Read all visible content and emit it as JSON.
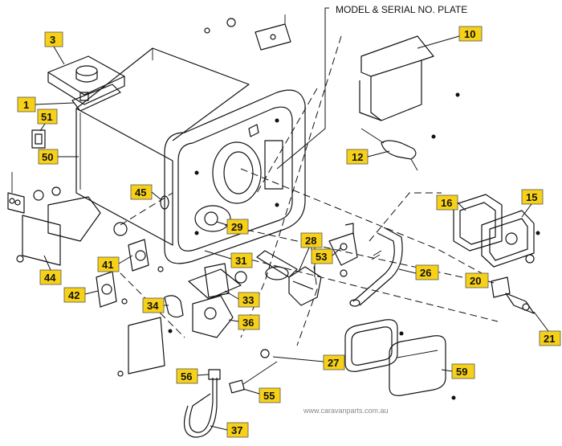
{
  "diagram": {
    "plate_label": "MODEL & SERIAL NO. PLATE",
    "watermark": "www.caravanparts.com.au",
    "accent_color": "#f7d117",
    "part_labels": {
      "p1": "1",
      "p3": "3",
      "p10": "10",
      "p12": "12",
      "p15": "15",
      "p16": "16",
      "p20": "20",
      "p21": "21",
      "p26": "26",
      "p27": "27",
      "p28": "28",
      "p29": "29",
      "p31": "31",
      "p33": "33",
      "p34": "34",
      "p36": "36",
      "p37": "37",
      "p41": "41",
      "p42": "42",
      "p44": "44",
      "p45": "45",
      "p50": "50",
      "p51": "51",
      "p53": "53",
      "p55": "55",
      "p56": "56",
      "p59": "59"
    }
  }
}
